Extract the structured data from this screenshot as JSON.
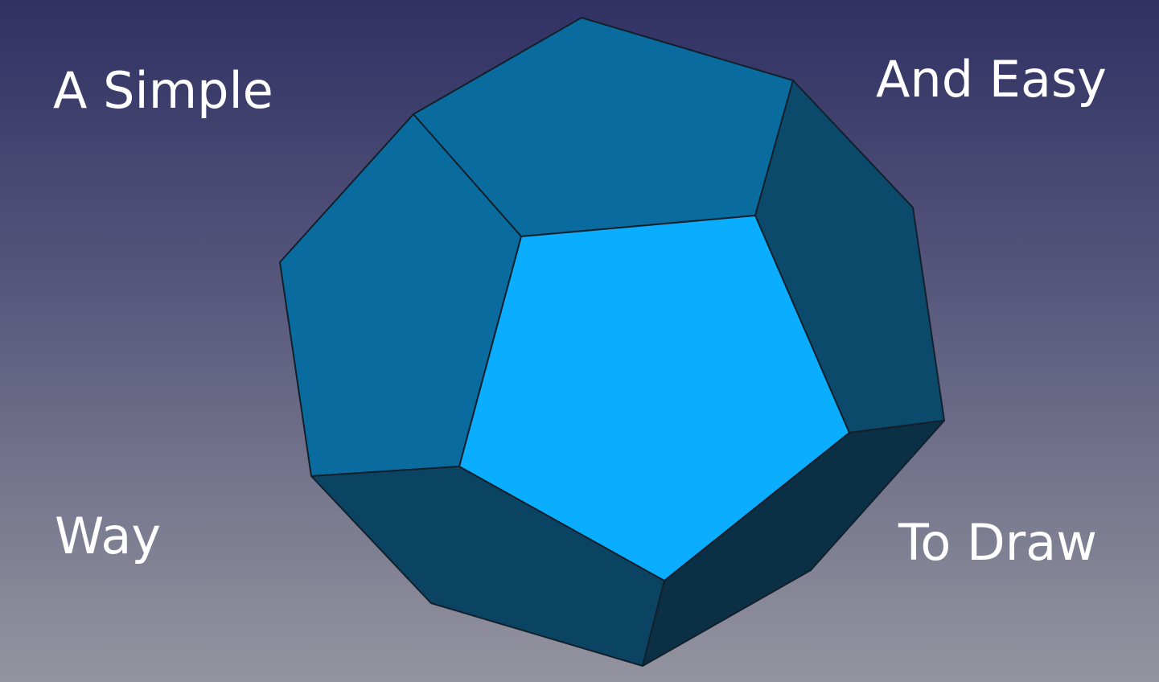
{
  "captions": {
    "top_left": "A Simple",
    "top_right": "And Easy",
    "bottom_left": "Way",
    "bottom_right": "To Draw"
  },
  "colors": {
    "background_top": "#303063",
    "background_bottom": "#94949f",
    "caption_text": "#ffffff",
    "front_face": "#0badfe",
    "upper_faces": "#0a6c9e",
    "right_faces": "#0b4868",
    "bottom_right_face": "#0b2f45",
    "edge_stroke": "#12202c"
  }
}
